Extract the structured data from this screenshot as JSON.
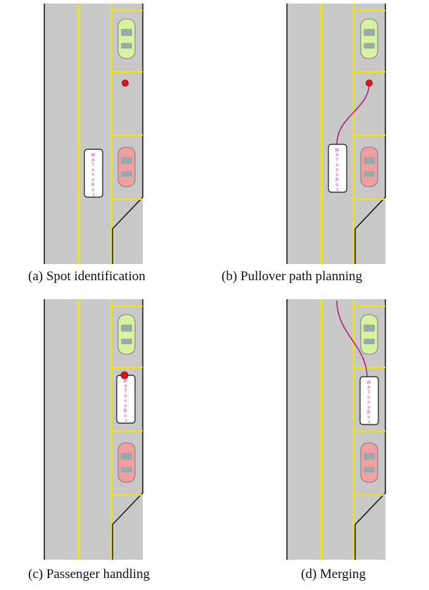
{
  "figure": {
    "panels": [
      {
        "id": "a",
        "caption": "(a) Spot identification",
        "bus_label": [
          "W",
          "A",
          "T",
          "o",
          "n",
          "o",
          "B",
          "u",
          "s"
        ],
        "state": "spot-identification",
        "path": "none"
      },
      {
        "id": "b",
        "caption": "(b) Pullover path planning",
        "bus_label": [
          "W",
          "A",
          "T",
          "o",
          "n",
          "o",
          "B",
          "u",
          "s"
        ],
        "state": "pullover-path-planning",
        "path": "to-spot"
      },
      {
        "id": "c",
        "caption": "(c) Passenger handling",
        "bus_label": [
          "W",
          "A",
          "T",
          "o",
          "n",
          "o",
          "B",
          "u",
          "s"
        ],
        "state": "passenger-handling",
        "path": "none"
      },
      {
        "id": "d",
        "caption": "(d) Merging",
        "bus_label": [
          "W",
          "A",
          "T",
          "o",
          "n",
          "o",
          "B",
          "u",
          "s"
        ],
        "state": "merging",
        "path": "merge-out"
      }
    ],
    "colors": {
      "road": "#c8c8c8",
      "lane_line": "#f2e600",
      "edge": "#111111",
      "spot_marker": "#e0141e",
      "path": "#b0157a",
      "bus_text": "#d0208a",
      "parked_car_green": "#d8f2a0",
      "parked_car_red": "#f0a0a0"
    }
  }
}
